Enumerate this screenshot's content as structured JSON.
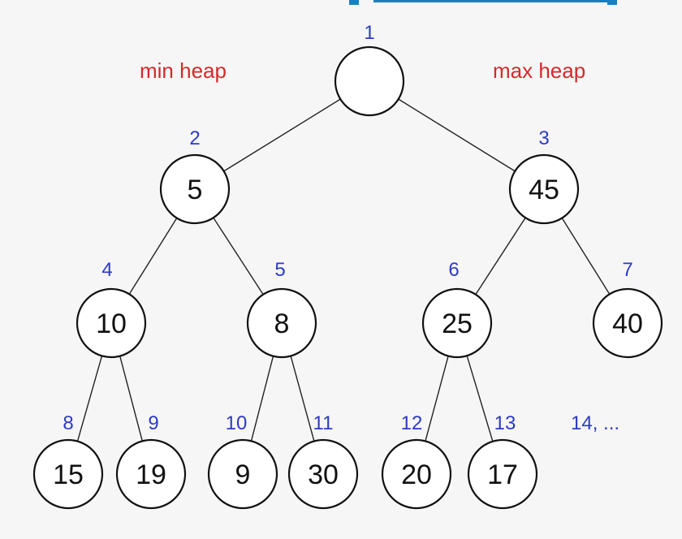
{
  "labels": {
    "min_heap": "min heap",
    "max_heap": "max heap",
    "more_indices": "14, ..."
  },
  "colors": {
    "label": "#d42a2a",
    "index": "#2d3bc4",
    "strip": "#1a7fc0"
  },
  "nodes": [
    {
      "index": "1",
      "value": ""
    },
    {
      "index": "2",
      "value": "5"
    },
    {
      "index": "3",
      "value": "45"
    },
    {
      "index": "4",
      "value": "10"
    },
    {
      "index": "5",
      "value": "8"
    },
    {
      "index": "6",
      "value": "25"
    },
    {
      "index": "7",
      "value": "40"
    },
    {
      "index": "8",
      "value": "15"
    },
    {
      "index": "9",
      "value": "19"
    },
    {
      "index": "10",
      "value": "9"
    },
    {
      "index": "11",
      "value": "30"
    },
    {
      "index": "12",
      "value": "20"
    },
    {
      "index": "13",
      "value": "17"
    }
  ]
}
